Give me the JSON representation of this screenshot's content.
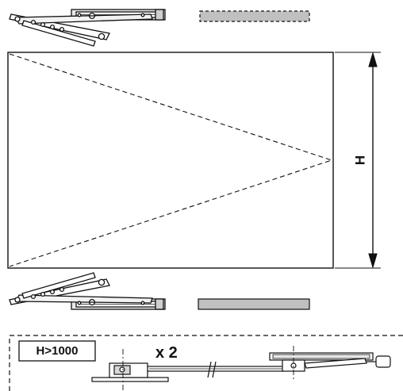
{
  "diagram": {
    "dimension_label": "H",
    "condition_label": "H>1000",
    "quantity_label": "x 2",
    "colors": {
      "line": "#111111",
      "gray_fill": "#c0c0c0",
      "hinge_fill": "#ffffff"
    },
    "icons": {
      "top_hinge": "friction-stay-hinge-icon",
      "bottom_hinge": "friction-stay-hinge-icon",
      "top_marker": "dashed-gray-bar-icon",
      "bottom_marker": "solid-gray-bar-icon",
      "restrictor": "window-restrictor-arm-icon"
    }
  }
}
